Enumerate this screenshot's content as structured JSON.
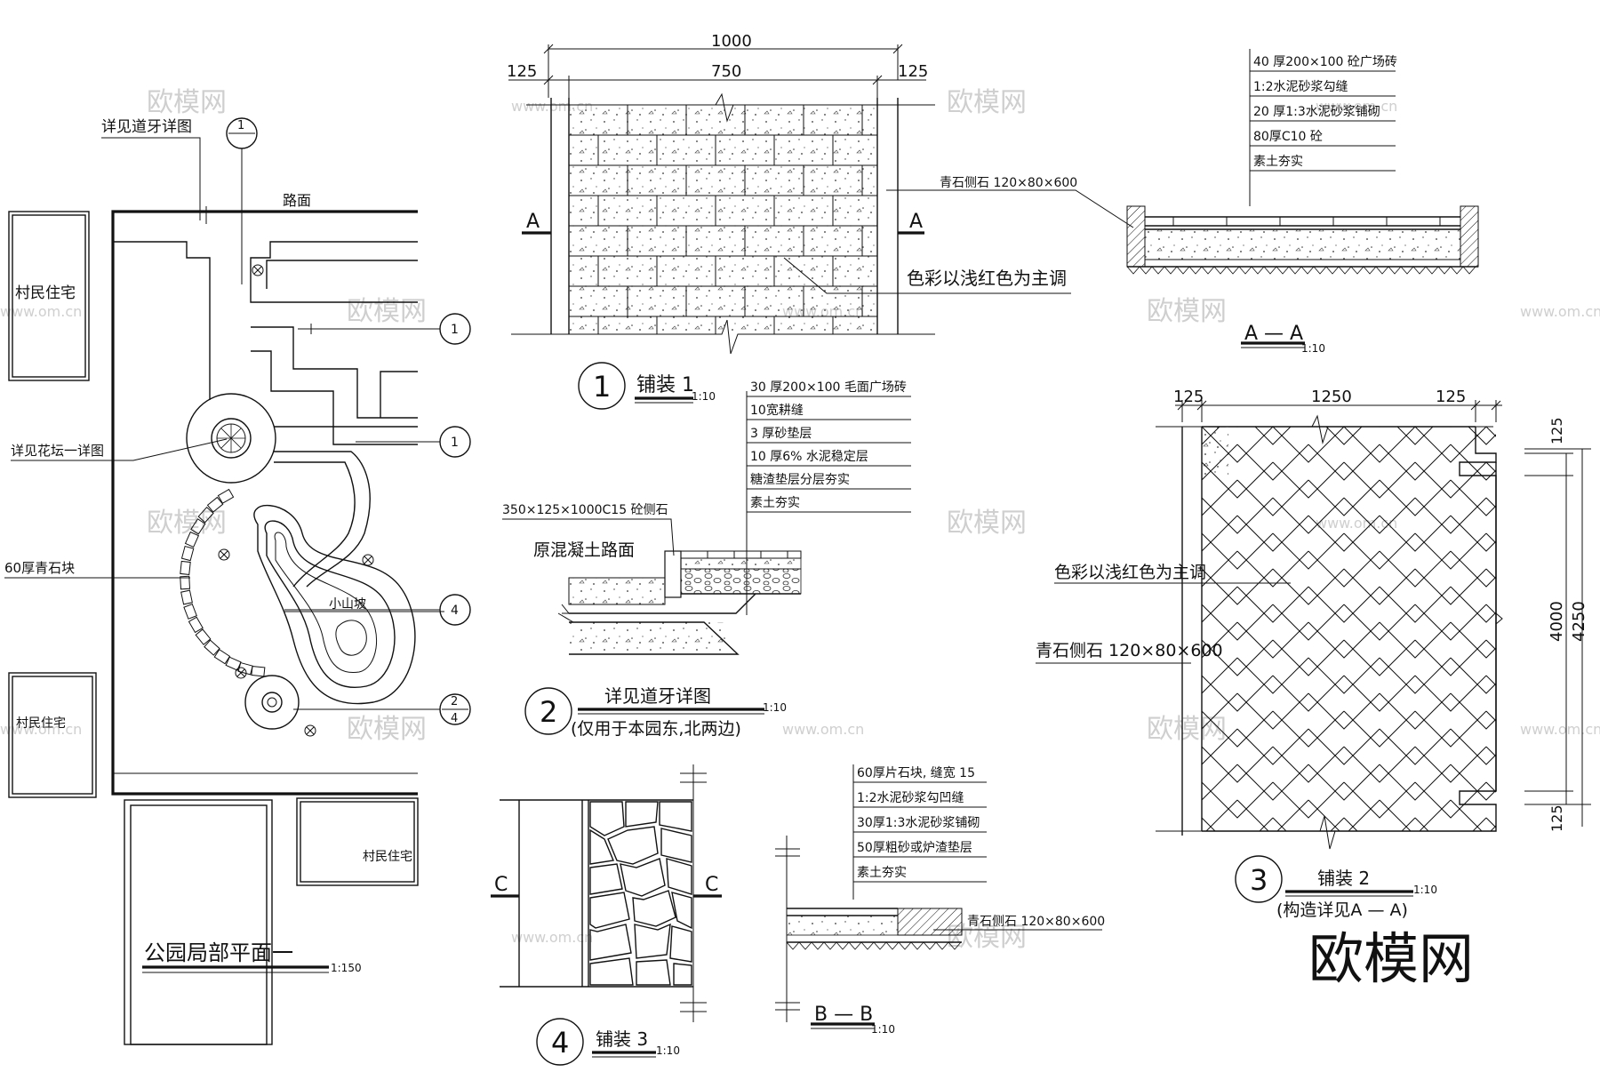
{
  "watermark": {
    "brand": "欧模网",
    "url": "www.om.cn"
  },
  "site_plan": {
    "title": "公园局部平面一",
    "scale": "1:150",
    "road_label": "路面",
    "curb_ref": "详见道牙详图",
    "flowerbed_ref": "详见花坛一详图",
    "bluestone_label": "60厚青石块",
    "hill_label": "小山坡",
    "residence_label_1": "村民住宅",
    "residence_label_2": "村民住宅",
    "residence_label_3": "村民住宅",
    "callouts": [
      "1",
      "1",
      "1",
      "4",
      "2",
      "4"
    ]
  },
  "paving1": {
    "num": "1",
    "title": "铺装 1",
    "scale": "1:10",
    "dim_total": "1000",
    "dim_mid": "750",
    "dim_side_l": "125",
    "dim_side_r": "125",
    "section_mark": "A",
    "curb_label": "青石侧石 120×80×600",
    "color_note": "色彩以浅红色为主调"
  },
  "section_aa": {
    "title": "A — A",
    "scale": "1:10",
    "layers": [
      "40 厚200×100    砼广场砖",
      "1:2水泥砂浆勾缝",
      "20 厚1:3水泥砂浆铺砌",
      "80厚C10 砼",
      "素土夯实"
    ]
  },
  "paving2_curb": {
    "num": "2",
    "title": "详见道牙详图",
    "scale": "1:10",
    "subtitle": "(仅用于本园东,北两边)",
    "curb_spec": "350×125×1000C15     砼侧石",
    "road_label": "原混凝土路面",
    "layers": [
      "30 厚200×100    毛面广场砖",
      "10宽耕缝",
      "3 厚砂垫层",
      "10 厚6% 水泥稳定层",
      "糖渣垫层分层夯实",
      "素土夯实"
    ]
  },
  "paving3": {
    "num": "3",
    "title": "铺装 2",
    "scale": "1:10",
    "subtitle": "(构造详见A — A)",
    "dim_top_mid": "1250",
    "dim_top_l": "125",
    "dim_top_r": "125",
    "dim_inner": "4000",
    "dim_outer": "4250",
    "dim_v_top": "125",
    "dim_v_bot": "125",
    "color_note": "色彩以浅红色为主调",
    "curb_label": "青石侧石 120×80×600"
  },
  "paving4": {
    "num": "4",
    "title": "铺装 3",
    "scale": "1:10",
    "section_mark": "C"
  },
  "section_bb": {
    "title": "B — B",
    "scale": "1:10",
    "curb_label": "青石侧石 120×80×600",
    "layers": [
      "60厚片石块, 缝宽  15",
      "1:2水泥砂浆勾凹缝",
      "30厚1:3水泥砂浆铺砌",
      "50厚粗砂或炉渣垫层",
      "素土夯实"
    ]
  }
}
